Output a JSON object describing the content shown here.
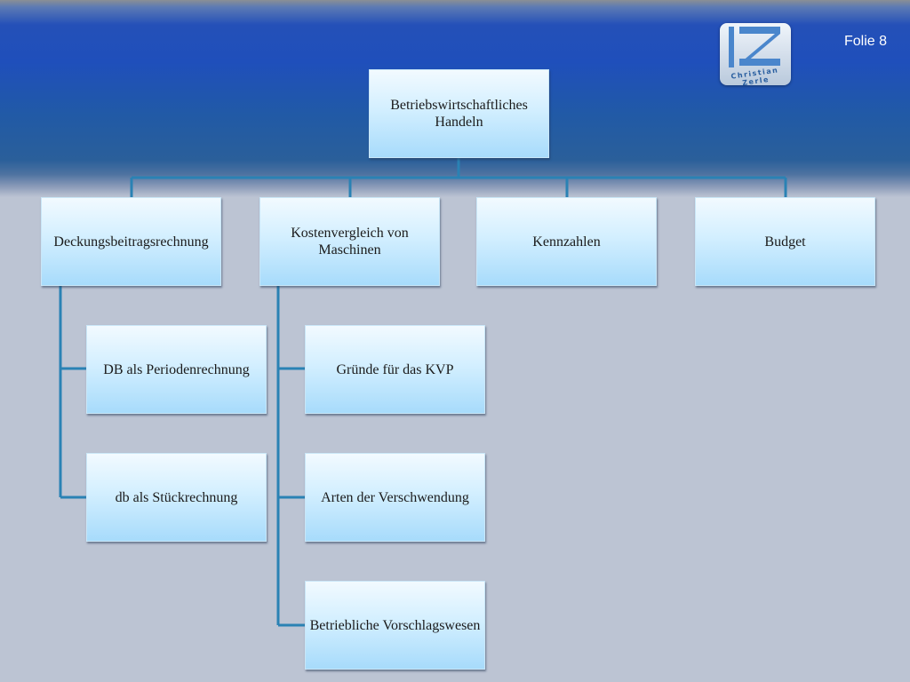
{
  "slide": {
    "page_label": "Folie 8",
    "logo_text": "Christian Zerle",
    "colors": {
      "header": "#1f4fbb",
      "background": "#bcc4d3",
      "connector": "#2a82b4"
    }
  },
  "diagram": {
    "root": "Betriebswirtschaftliches Handeln",
    "branches": [
      {
        "label": "Deckungsbeitragsrechnung",
        "children": [
          "DB als Periodenrechnung",
          "db als Stückrechnung"
        ]
      },
      {
        "label": "Kostenvergleich von Maschinen",
        "children": [
          "Gründe für das KVP",
          "Arten der Verschwendung",
          "Betriebliche Vorschlagswesen"
        ]
      },
      {
        "label": "Kennzahlen",
        "children": []
      },
      {
        "label": "Budget",
        "children": []
      }
    ]
  }
}
